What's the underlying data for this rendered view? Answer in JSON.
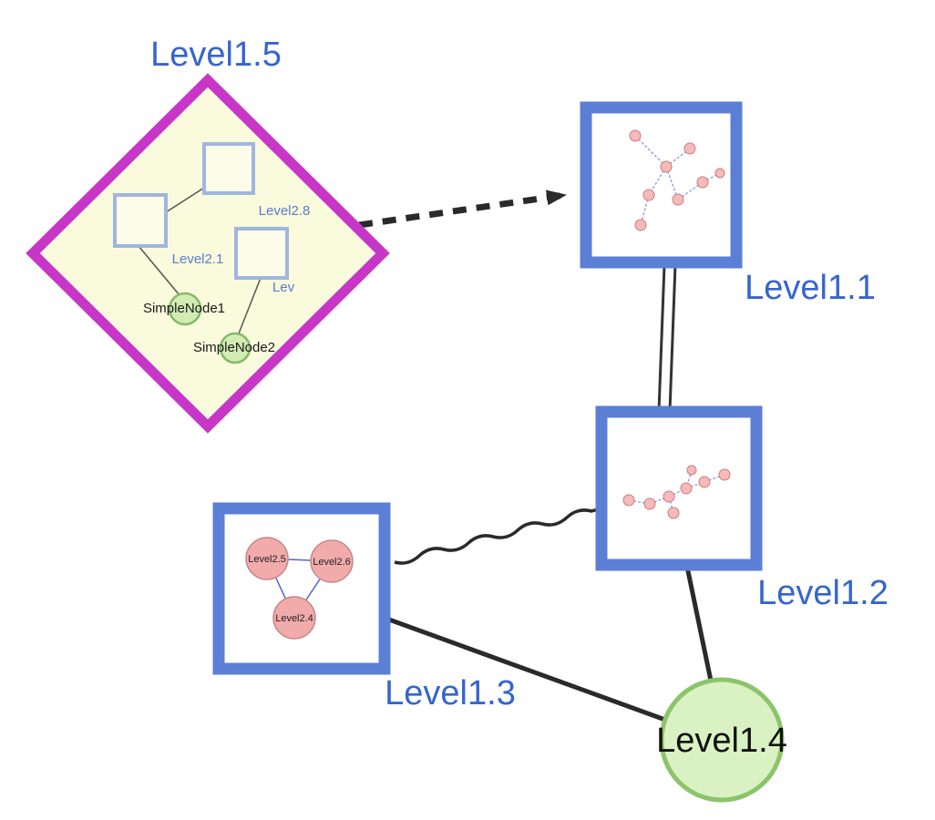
{
  "labels": {
    "level1_5": "Level1.5",
    "level1_1": "Level1.1",
    "level1_2": "Level1.2",
    "level1_3": "Level1.3",
    "level1_4": "Level1.4"
  },
  "diamond_children": {
    "level2_8": "Level2.8",
    "level2_1": "Level2.1",
    "lev_truncated": "Lev",
    "simple_node1": "SimpleNode1",
    "simple_node2": "SimpleNode2"
  },
  "level1_3_children": {
    "level2_5": "Level2.5",
    "level2_6": "Level2.6",
    "level2_4": "Level2.4"
  },
  "colors": {
    "label_blue": "#3565cf",
    "box_border_blue": "#5c7fd6",
    "diamond_border_magenta": "#c836c8",
    "diamond_fill": "#fafadc",
    "inner_square_border": "#9fb6de",
    "green_node_fill": "#d2ecb4",
    "green_node_border": "#84b968",
    "level1_4_fill": "#daf2c3",
    "level1_4_border": "#8cc46a",
    "mini_node_fill": "#f5baba",
    "mini_node_border": "#d07c7c",
    "triangle_node_fill": "#f2abab",
    "triangle_node_border": "#c98888",
    "edge_black": "#2a2a2a",
    "mini_edge_blue": "#8899dd"
  },
  "graph": {
    "nodes": [
      {
        "id": "Level1.5",
        "shape": "diamond",
        "type": "group-node"
      },
      {
        "id": "Level1.1",
        "shape": "square",
        "type": "group-node"
      },
      {
        "id": "Level1.2",
        "shape": "square",
        "type": "group-node"
      },
      {
        "id": "Level1.3",
        "shape": "square",
        "type": "group-node"
      },
      {
        "id": "Level1.4",
        "shape": "circle",
        "type": "simple-node"
      }
    ],
    "edges": [
      {
        "from": "Level1.5",
        "to": "Level1.1",
        "style": "dashed-arrow"
      },
      {
        "from": "Level1.1",
        "to": "Level1.2",
        "style": "double-line"
      },
      {
        "from": "Level1.3",
        "to": "Level1.2",
        "style": "wavy"
      },
      {
        "from": "Level1.3",
        "to": "Level1.4",
        "style": "solid"
      },
      {
        "from": "Level1.2",
        "to": "Level1.4",
        "style": "solid"
      }
    ]
  }
}
